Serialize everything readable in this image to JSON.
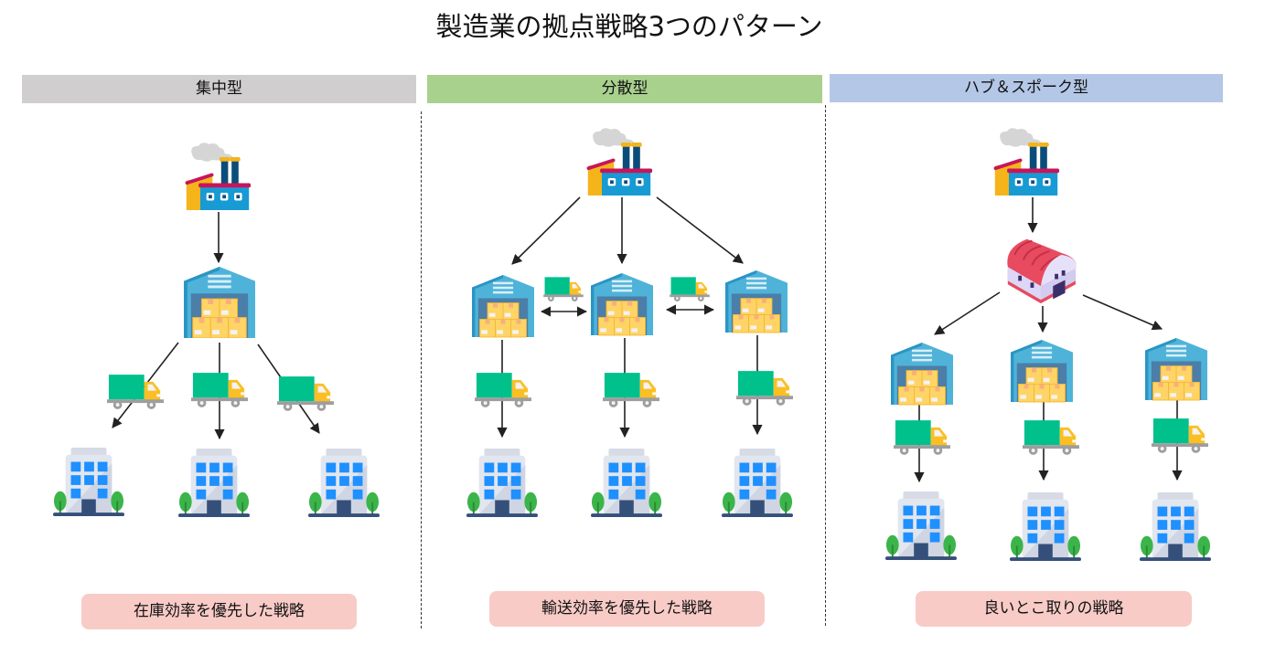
{
  "title": "製造業の拠点戦略3つのパターン",
  "columns": [
    {
      "header": "集中型",
      "header_color": "#d0cece",
      "summary": "在庫効率を優先した戦略",
      "nodes": {
        "factory": 1,
        "warehouses": 1,
        "trucks": 3,
        "customers": 3
      }
    },
    {
      "header": "分散型",
      "header_color": "#a9d18e",
      "summary": "輸送効率を優先した戦略",
      "nodes": {
        "factory": 1,
        "warehouses": 3,
        "inter_warehouse_trucks": 2,
        "trucks": 3,
        "customers": 3
      }
    },
    {
      "header": "ハブ＆スポーク型",
      "header_color": "#b4c7e7",
      "summary": "良いとこ取りの戦略",
      "nodes": {
        "factory": 1,
        "hub": 1,
        "warehouses": 3,
        "trucks": 3,
        "customers": 3
      }
    }
  ],
  "summary_color": "#f8cbc7",
  "icons": [
    "factory-icon",
    "warehouse-icon",
    "hub-warehouse-icon",
    "truck-icon",
    "office-building-icon"
  ]
}
